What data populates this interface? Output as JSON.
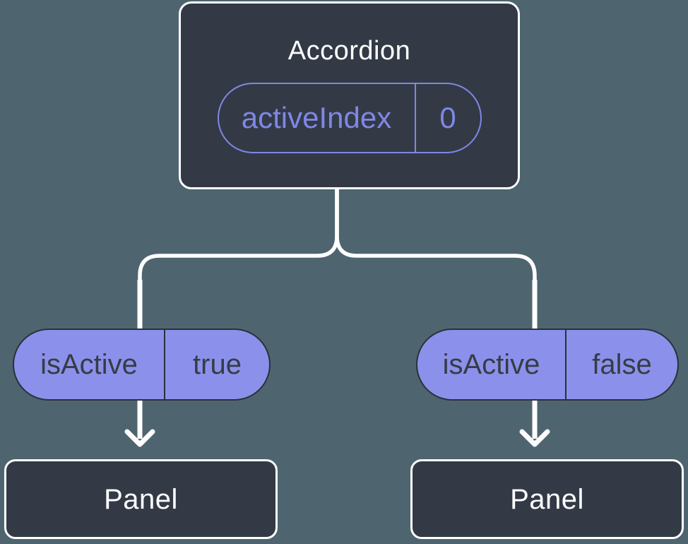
{
  "diagram": {
    "description": "React component tree showing state passed down as props",
    "root": {
      "title": "Accordion",
      "state": {
        "label": "activeIndex",
        "value": "0"
      }
    },
    "branches": [
      {
        "prop": {
          "label": "isActive",
          "value": "true"
        },
        "child": {
          "title": "Panel"
        }
      },
      {
        "prop": {
          "label": "isActive",
          "value": "false"
        },
        "child": {
          "title": "Panel"
        }
      }
    ],
    "colors": {
      "background": "#4e6570",
      "node_fill": "#333a46",
      "node_border": "#ffffff",
      "pill_fill": "#8b91ea",
      "pill_accent": "#7f87e6",
      "pill_text_dark": "#363c46",
      "connector": "#ffffff"
    }
  }
}
